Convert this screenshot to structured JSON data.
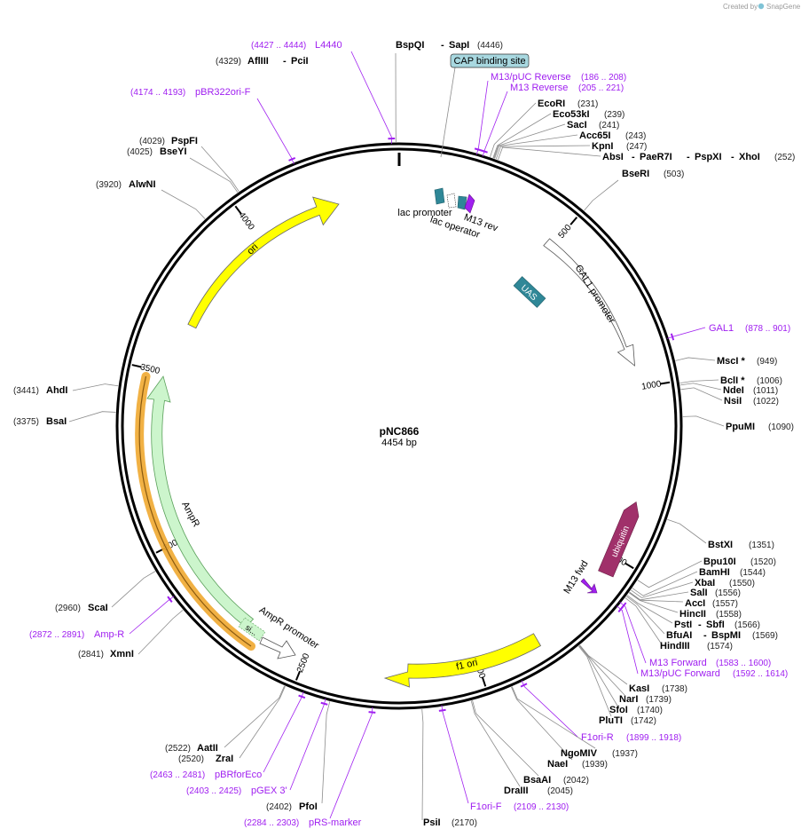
{
  "credit": {
    "prefix": "Created by",
    "brand": "SnapGene"
  },
  "plasmid": {
    "name": "pNC866",
    "length_label": "4454 bp",
    "length": 4454
  },
  "ticks": [
    {
      "bp": 500,
      "label": "500"
    },
    {
      "bp": 1000,
      "label": "1000"
    },
    {
      "bp": 1500,
      "label": "1500"
    },
    {
      "bp": 2000,
      "label": "2000"
    },
    {
      "bp": 2500,
      "label": "2500"
    },
    {
      "bp": 3000,
      "label": "3000"
    },
    {
      "bp": 3500,
      "label": "3500"
    },
    {
      "bp": 4000,
      "label": "4000"
    }
  ],
  "boxed_label": {
    "text": "CAP binding site",
    "fill": "#a8d8e0"
  },
  "sites": [
    {
      "id": "bspqi",
      "name": "BspQI",
      "name2": "SapI",
      "pos": "(4446)",
      "bp": 4446
    },
    {
      "id": "aflIII",
      "name": "AflIII",
      "name2": "PciI",
      "pos": "(4329)",
      "bp": 4329
    },
    {
      "id": "pspfi",
      "name": "PspFI",
      "pos": "(4029)",
      "bp": 4029
    },
    {
      "id": "bseyi",
      "name": "BseYI",
      "pos": "(4025)",
      "bp": 4025
    },
    {
      "id": "alwni",
      "name": "AlwNI",
      "pos": "(3920)",
      "bp": 3920
    },
    {
      "id": "ahdi",
      "name": "AhdI",
      "pos": "(3441)",
      "bp": 3441
    },
    {
      "id": "bsai",
      "name": "BsaI",
      "pos": "(3375)",
      "bp": 3375
    },
    {
      "id": "scai",
      "name": "ScaI",
      "pos": "(2960)",
      "bp": 2960
    },
    {
      "id": "xmni",
      "name": "XmnI",
      "pos": "(2841)",
      "bp": 2841
    },
    {
      "id": "aatii",
      "name": "AatII",
      "pos": "(2522)",
      "bp": 2522
    },
    {
      "id": "zrai",
      "name": "ZraI",
      "pos": "(2520)",
      "bp": 2520
    },
    {
      "id": "pfoi",
      "name": "PfoI",
      "pos": "(2402)",
      "bp": 2402
    },
    {
      "id": "psii",
      "name": "PsiI",
      "pos": "(2170)",
      "bp": 2170
    },
    {
      "id": "draiii",
      "name": "DraIII",
      "pos": "(2045)",
      "bp": 2045
    },
    {
      "id": "bsaai",
      "name": "BsaAI",
      "pos": "(2042)",
      "bp": 2042
    },
    {
      "id": "naei",
      "name": "NaeI",
      "pos": "(1939)",
      "bp": 1939
    },
    {
      "id": "ngomiv",
      "name": "NgoMIV",
      "pos": "(1937)",
      "bp": 1937
    },
    {
      "id": "pluti",
      "name": "PluTI",
      "pos": "(1742)",
      "bp": 1742
    },
    {
      "id": "sfoi",
      "name": "SfoI",
      "pos": "(1740)",
      "bp": 1740
    },
    {
      "id": "nari",
      "name": "NarI",
      "pos": "(1739)",
      "bp": 1739
    },
    {
      "id": "kasi",
      "name": "KasI",
      "pos": "(1738)",
      "bp": 1738
    },
    {
      "id": "hindiii",
      "name": "HindIII",
      "pos": "(1574)",
      "bp": 1574
    },
    {
      "id": "bfuai",
      "name": "BfuAI",
      "name2": "BspMI",
      "pos": "(1569)",
      "bp": 1569
    },
    {
      "id": "psti",
      "name": "PstI",
      "name2": "SbfI",
      "pos": "(1566)",
      "bp": 1566
    },
    {
      "id": "hincii",
      "name": "HincII",
      "pos": "(1558)",
      "bp": 1558
    },
    {
      "id": "acci",
      "name": "AccI",
      "pos": "(1557)",
      "bp": 1557
    },
    {
      "id": "sali",
      "name": "SalI",
      "pos": "(1556)",
      "bp": 1556
    },
    {
      "id": "xbai",
      "name": "XbaI",
      "pos": "(1550)",
      "bp": 1550
    },
    {
      "id": "bamhi",
      "name": "BamHI",
      "pos": "(1544)",
      "bp": 1544
    },
    {
      "id": "bpu10i",
      "name": "Bpu10I",
      "pos": "(1520)",
      "bp": 1520
    },
    {
      "id": "bstxi",
      "name": "BstXI",
      "pos": "(1351)",
      "bp": 1351
    },
    {
      "id": "ppumi",
      "name": "PpuMI",
      "pos": "(1090)",
      "bp": 1090
    },
    {
      "id": "nsii",
      "name": "NsiI",
      "pos": "(1022)",
      "bp": 1022
    },
    {
      "id": "ndei",
      "name": "NdeI",
      "pos": "(1011)",
      "bp": 1011
    },
    {
      "id": "bcli",
      "name": "BclI *",
      "pos": "(1006)",
      "bp": 1006
    },
    {
      "id": "msci",
      "name": "MscI *",
      "pos": "(949)",
      "bp": 949
    },
    {
      "id": "bseri",
      "name": "BseRI",
      "pos": "(503)",
      "bp": 503
    },
    {
      "id": "absi",
      "name": "AbsI",
      "name2": "PaeR7I",
      "name3": "PspXI",
      "name4": "XhoI",
      "pos": "(252)",
      "bp": 252
    },
    {
      "id": "kpni",
      "name": "KpnI",
      "pos": "(247)",
      "bp": 247
    },
    {
      "id": "acc65i",
      "name": "Acc65I",
      "pos": "(243)",
      "bp": 243
    },
    {
      "id": "saci",
      "name": "SacI",
      "pos": "(241)",
      "bp": 241
    },
    {
      "id": "eco53ki",
      "name": "Eco53kI",
      "pos": "(239)",
      "bp": 239
    },
    {
      "id": "ecori",
      "name": "EcoRI",
      "pos": "(231)",
      "bp": 231
    }
  ],
  "primers": [
    {
      "id": "l4440",
      "name": "L4440",
      "pos": "(4427 .. 4444)",
      "bp": 4435
    },
    {
      "id": "pbr322ori-f",
      "name": "pBR322ori-F",
      "pos": "(4174 .. 4193)",
      "bp": 4183
    },
    {
      "id": "m13puc-rev",
      "name": "M13/pUC Reverse",
      "pos": "(186 .. 208)",
      "bp": 197
    },
    {
      "id": "m13-rev",
      "name": "M13 Reverse",
      "pos": "(205 .. 221)",
      "bp": 213
    },
    {
      "id": "gal1",
      "name": "GAL1",
      "pos": "(878 .. 901)",
      "bp": 890
    },
    {
      "id": "m13-fwd",
      "name": "M13 Forward",
      "pos": "(1583 .. 1600)",
      "bp": 1591
    },
    {
      "id": "m13puc-fwd",
      "name": "M13/pUC Forward",
      "pos": "(1592 .. 1614)",
      "bp": 1603
    },
    {
      "id": "f1ori-r",
      "name": "F1ori-R",
      "pos": "(1899 .. 1918)",
      "bp": 1909
    },
    {
      "id": "f1ori-f",
      "name": "F1ori-F",
      "pos": "(2109 .. 2130)",
      "bp": 2120
    },
    {
      "id": "prs-marker",
      "name": "pRS-marker",
      "pos": "(2284 .. 2303)",
      "bp": 2294
    },
    {
      "id": "pgex3",
      "name": "pGEX 3'",
      "pos": "(2403 .. 2425)",
      "bp": 2414
    },
    {
      "id": "pbrforeco",
      "name": "pBRforEco",
      "pos": "(2463 .. 2481)",
      "bp": 2472
    },
    {
      "id": "amp-r",
      "name": "Amp-R",
      "pos": "(2872 .. 2891)",
      "bp": 2882
    }
  ],
  "features": [
    {
      "id": "ori",
      "label": "ori",
      "color": "#ffff00"
    },
    {
      "id": "gal1-promoter",
      "label": "GAL1 promoter",
      "color": "#ffffff"
    },
    {
      "id": "uas",
      "label": "UAS",
      "color": "#2f8797"
    },
    {
      "id": "ubiquitin",
      "label": "ubiquitin",
      "color": "#a0306a"
    },
    {
      "id": "f1-ori",
      "label": "f1 ori",
      "color": "#ffff00"
    },
    {
      "id": "ampr",
      "label": "AmpR",
      "color": "#ccf5cc"
    },
    {
      "id": "ampr-promoter",
      "label": "AmpR promoter",
      "color": "#ffffff"
    },
    {
      "id": "lac-promoter",
      "label": "lac promoter",
      "color": "#2f8797"
    },
    {
      "id": "lac-operator",
      "label": "lac operator",
      "color": "#ffffff"
    },
    {
      "id": "m13-rev-feat",
      "label": "M13 rev",
      "color": "#a020f0"
    },
    {
      "id": "m13-fwd-feat",
      "label": "M13 fwd",
      "color": "#a020f0"
    },
    {
      "id": "signal",
      "label": "si...",
      "color": "#ccf5cc"
    }
  ],
  "colors": {
    "primer": "#a020f0",
    "leader": "#8c8c8c",
    "ring": "#000000",
    "amp_outline": "#f0a830"
  }
}
